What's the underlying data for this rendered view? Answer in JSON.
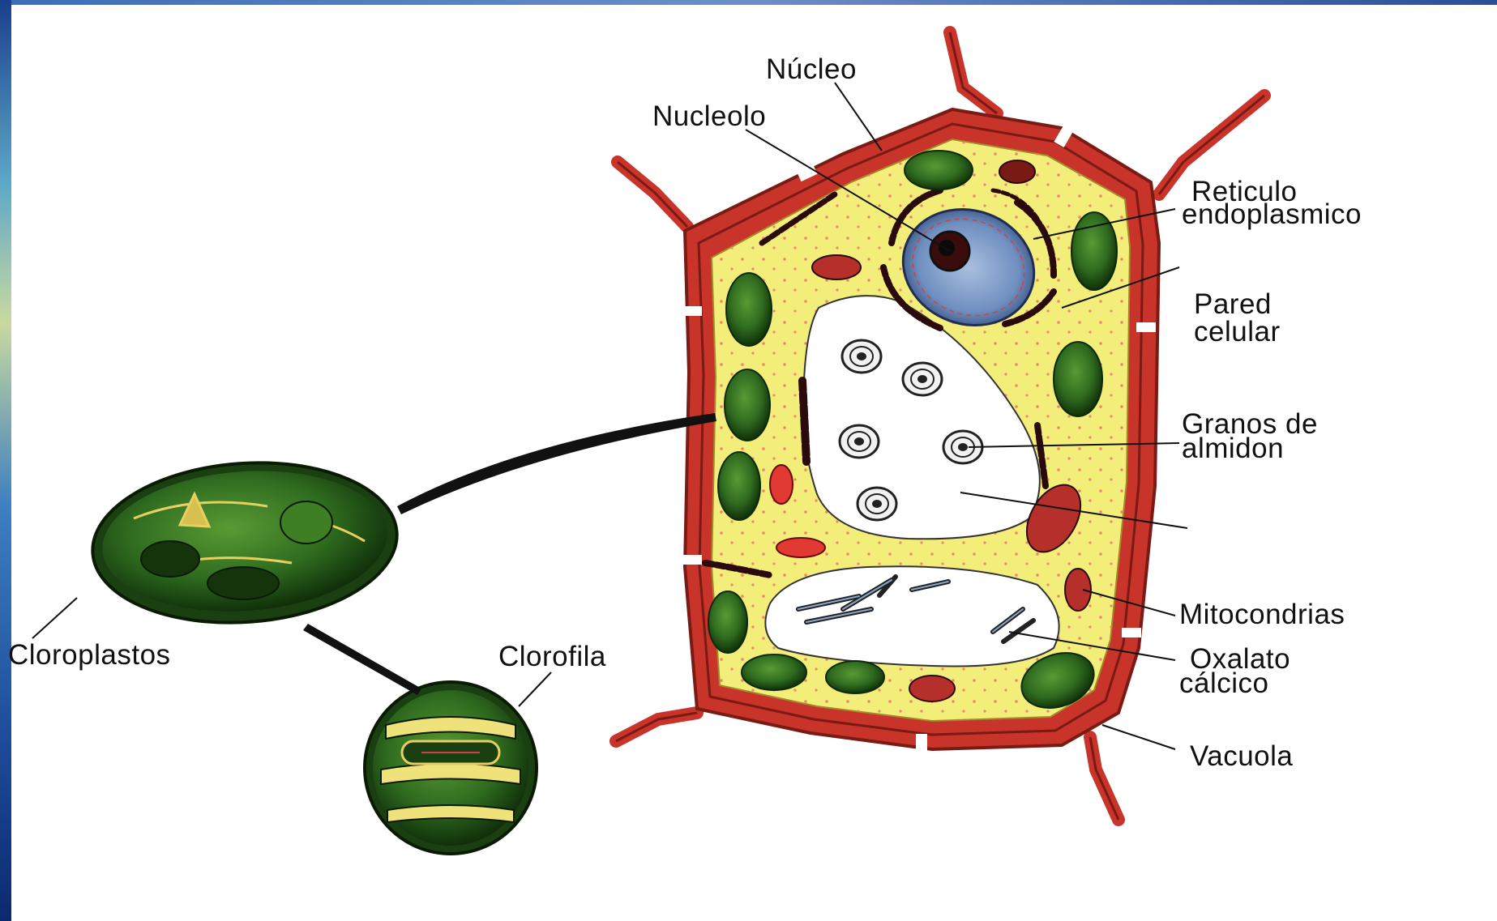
{
  "diagram": {
    "labels": {
      "nucleo": "Núcleo",
      "nucleolo": "Nucleolo",
      "reticulo_1": "Reticulo",
      "reticulo_2": "endoplasmico",
      "pared_1": "Pared",
      "pared_2": "celular",
      "granos_1": "Granos de",
      "granos_2": "almidon",
      "mitocondrias": "Mitocondrias",
      "oxalato_1": "Oxalato",
      "oxalato_2": "cálcico",
      "vacuola": "Vacuola",
      "cloroplastos": "Cloroplastos",
      "clorofila": "Clorofila"
    },
    "colors": {
      "cell_wall": "#c8342a",
      "cytoplasm": "#f3ee7a",
      "chloroplast": "#2f6b1f",
      "nucleus": "#6f8fc0",
      "vacuole": "#ffffff"
    }
  }
}
